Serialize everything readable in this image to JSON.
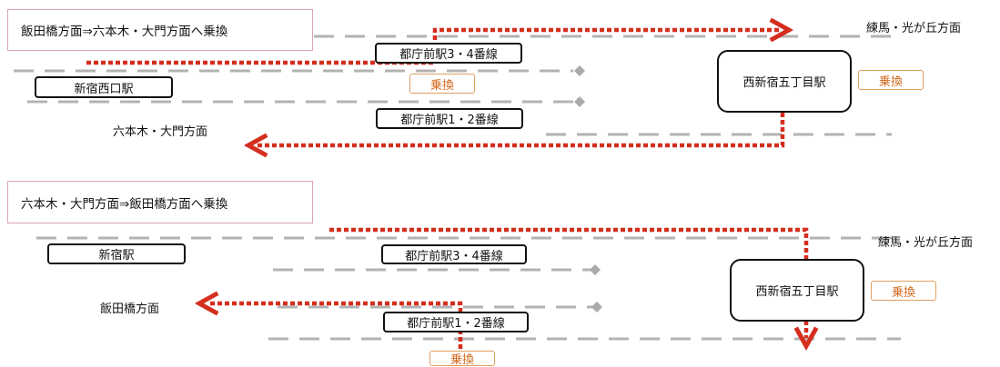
{
  "colors": {
    "route": "#d42e1e",
    "track": "#b3b3b3",
    "transfer": "#d2691e",
    "box_border": "#111111"
  },
  "top": {
    "title": "飯田橋方面⇒六本木・大門方面へ乗換",
    "station_left": "新宿西口駅",
    "platform_upper": "都庁前駅3・4番線",
    "platform_lower": "都庁前駅1・2番線",
    "transfer_mid": "乗換",
    "station_right": "西新宿五丁目駅",
    "transfer_right": "乗換",
    "dest_right": "練馬・光が丘方面",
    "dest_left": "六本木・大門方面"
  },
  "bottom": {
    "title": "六本木・大門方面⇒飯田橋方面へ乗換",
    "station_left": "新宿駅",
    "platform_upper": "都庁前駅3・4番線",
    "platform_lower": "都庁前駅1・2番線",
    "transfer_bottom": "乗換",
    "station_right": "西新宿五丁目駅",
    "transfer_right": "乗換",
    "dest_right": "練馬・光が丘方面",
    "dest_left": "飯田橋方面"
  }
}
